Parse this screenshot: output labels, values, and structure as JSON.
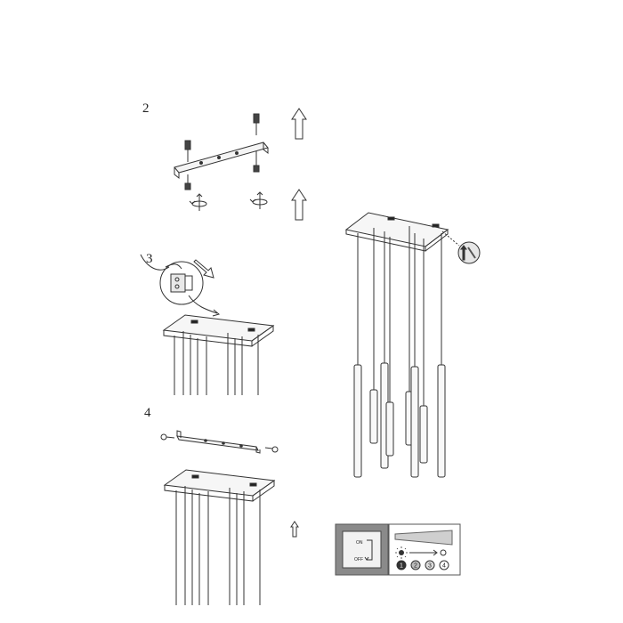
{
  "steps": [
    {
      "label": "2"
    },
    {
      "label": "3"
    },
    {
      "label": "4"
    }
  ],
  "switch_panel": {
    "on_label": "ON",
    "off_label": "OFF",
    "levels": [
      "1",
      "2",
      "3",
      "4"
    ],
    "selected_level": "1"
  },
  "icons": {
    "arrow": "up-arrow-icon",
    "screw": "screw-icon",
    "rotate": "rotate-icon",
    "hand_tool": "hand-tool-icon",
    "connector": "wire-connector-icon"
  },
  "colors": {
    "line": "#333333",
    "light_fill": "#f4f4f4",
    "panel_gray": "#8a8a8a"
  }
}
